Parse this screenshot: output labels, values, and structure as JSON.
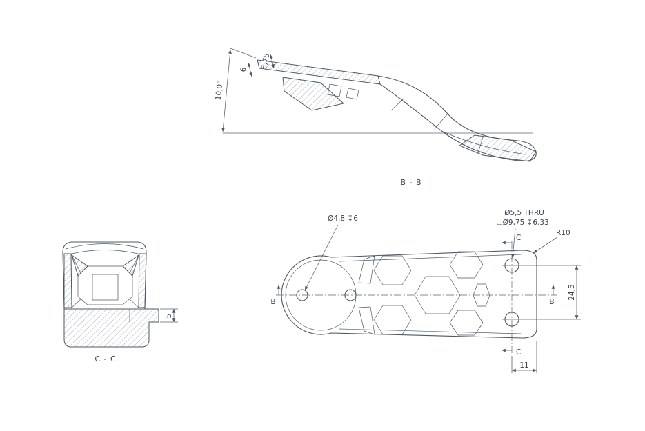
{
  "views": {
    "bb": {
      "label": "B - B"
    },
    "cc": {
      "label": "C - C"
    }
  },
  "dims": {
    "angle": "10,0°",
    "thk6": "6",
    "thk575": "5,75",
    "flange5": "5",
    "span245": "24,5",
    "offset11": "11",
    "radius": "R10"
  },
  "callouts": {
    "hole_small": "Ø4,8 ↧6",
    "hole_thru": "Ø5,5 THRU",
    "hole_cbore": "⌴Ø9,75 ↧6,33"
  },
  "section_markers": {
    "b": "B",
    "c": "C"
  }
}
